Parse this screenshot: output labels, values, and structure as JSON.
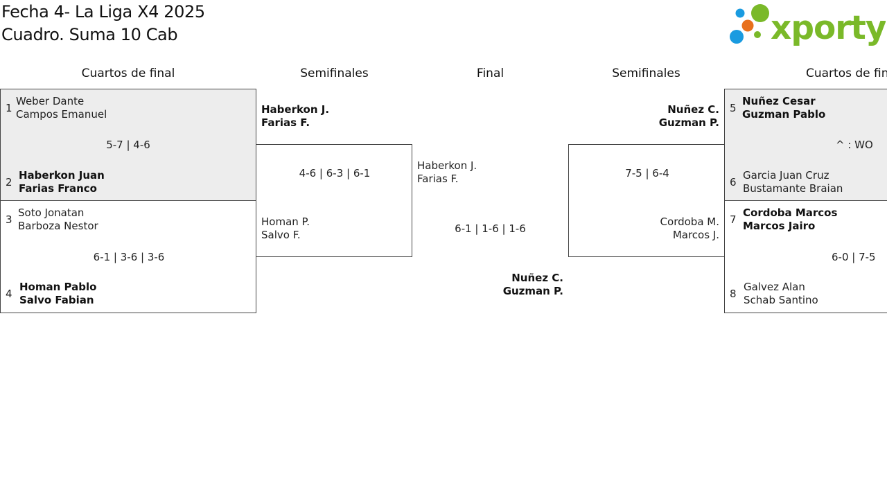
{
  "header": {
    "title_line1": "Fecha 4- La Liga X4 2025",
    "title_line2": "Cuadro. Suma 10 Cab",
    "logo_text": "xporty"
  },
  "round_headers": {
    "left_quarters": "Cuartos de final",
    "left_semis": "Semifinales",
    "final": "Final",
    "right_semis": "Semifinales",
    "right_quarters": "Cuartos de fin"
  },
  "left_quarters": [
    {
      "top": {
        "seed": "1",
        "player1": "Weber Dante",
        "player2": "Campos Emanuel"
      },
      "score": "5-7 | 4-6",
      "bottom": {
        "seed": "2",
        "player1": "Haberkon Juan",
        "player2": "Farias Franco"
      }
    },
    {
      "top": {
        "seed": "3",
        "player1": "Soto Jonatan",
        "player2": "Barboza Nestor"
      },
      "score": "6-1 | 3-6 | 3-6",
      "bottom": {
        "seed": "4",
        "player1": "Homan Pablo",
        "player2": "Salvo Fabian"
      }
    }
  ],
  "left_semi": {
    "top": {
      "player1": "Haberkon J.",
      "player2": "Farias F."
    },
    "score": "4-6 | 6-3 | 6-1",
    "bottom": {
      "player1": "Homan P.",
      "player2": "Salvo F."
    }
  },
  "final": {
    "top": {
      "player1": "Haberkon J.",
      "player2": "Farias F."
    },
    "score": "6-1 | 1-6 | 1-6",
    "bottom": {
      "player1": "Nuñez C.",
      "player2": "Guzman P."
    }
  },
  "right_semi": {
    "top": {
      "player1": "Nuñez C.",
      "player2": "Guzman P."
    },
    "score": "7-5 | 6-4",
    "bottom": {
      "player1": "Cordoba M.",
      "player2": "Marcos J."
    }
  },
  "right_quarters": [
    {
      "top": {
        "seed": "5",
        "player1": "Nuñez Cesar",
        "player2": "Guzman Pablo"
      },
      "score": "^ : WO",
      "bottom": {
        "seed": "6",
        "player1": "Garcia Juan Cruz",
        "player2": "Bustamante Braian"
      }
    },
    {
      "top": {
        "seed": "7",
        "player1": "Cordoba Marcos",
        "player2": "Marcos Jairo"
      },
      "score": "6-0 | 7-5",
      "bottom": {
        "seed": "8",
        "player1": "Galvez Alan",
        "player2": "Schab Santino"
      }
    }
  ],
  "colors": {
    "gray_box": "#ededed",
    "logo_green": "#7ab929",
    "logo_orange": "#e8701c",
    "logo_blue": "#1a9be0",
    "border": "#444444"
  }
}
